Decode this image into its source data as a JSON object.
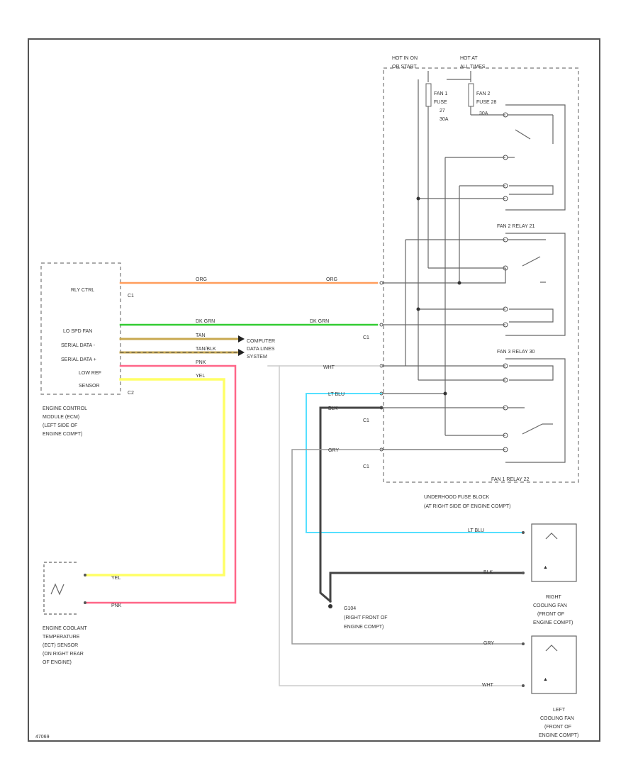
{
  "colors": {
    "org": "#ff9d5c",
    "grn": "#33cc33",
    "tan": "#c8a850",
    "pnk": "#ff6688",
    "yel": "#ffff66",
    "ltblu": "#55e0ff",
    "blk": "#444444",
    "gry": "#9a9a9a",
    "wht": "#cccccc",
    "line": "#666666"
  },
  "ecm": {
    "pins": [
      "RLY CTRL",
      "LO SPD FAN",
      "SERIAL DATA -",
      "SERIAL DATA +",
      "LOW REF",
      "SENSOR"
    ],
    "pin_numbers": [
      "C1",
      "C2"
    ],
    "caption": [
      "ENGINE CONTROL",
      "MODULE (ECM)",
      "(LEFT SIDE OF",
      "ENGINE COMPT)"
    ]
  },
  "wires": {
    "org": [
      "ORG",
      "ORG"
    ],
    "grn": [
      "DK GRN",
      "DK GRN"
    ],
    "tan": [
      "TAN",
      "TAN/BLK"
    ],
    "pnk": [
      "PNK",
      "PNK"
    ],
    "yel": [
      "YEL",
      "YEL"
    ]
  },
  "computer": [
    "COMPUTER",
    "DATA LINES",
    "SYSTEM"
  ],
  "fuse_block": {
    "hot_run": [
      "HOT IN ON",
      "OR START"
    ],
    "hot_all": [
      "HOT AT",
      "ALL TIMES"
    ],
    "fuse1": [
      "FAN 1",
      "FUSE",
      "27",
      "30A"
    ],
    "fuse2": [
      "FAN 2",
      "FUSE 28",
      "30A"
    ],
    "relay21": "FAN 2 RELAY 21",
    "relay30": "FAN 3 RELAY 30",
    "relay22": "FAN 1 RELAY 22",
    "caption": [
      "UNDERHOOD FUSE BLOCK",
      "(AT RIGHT SIDE OF ENGINE COMPT)"
    ],
    "conn": [
      "C1",
      "C1",
      "C1"
    ]
  },
  "bus_labels": {
    "wht": "WHT",
    "ltblu": "LT BLU",
    "blk": "BLK",
    "gry": "GRY"
  },
  "ground": [
    "G104",
    "(RIGHT FRONT OF",
    "ENGINE COMPT)"
  ],
  "ect": {
    "caption": [
      "ENGINE COOLANT",
      "TEMPERATURE",
      "(ECT) SENSOR",
      "(ON RIGHT REAR",
      "OF ENGINE)"
    ],
    "yel": "YEL",
    "pnk": "PNK"
  },
  "right_fan": {
    "caption": [
      "RIGHT",
      "COOLING FAN",
      "(FRONT OF",
      "ENGINE COMPT)"
    ],
    "w1": "LT BLU",
    "w2": "BLK"
  },
  "left_fan": {
    "caption": [
      "LEFT",
      "COOLING FAN",
      "(FRONT OF",
      "ENGINE COMPT)"
    ],
    "w1": "GRY",
    "w2": "WHT"
  },
  "figure_id": "47069"
}
